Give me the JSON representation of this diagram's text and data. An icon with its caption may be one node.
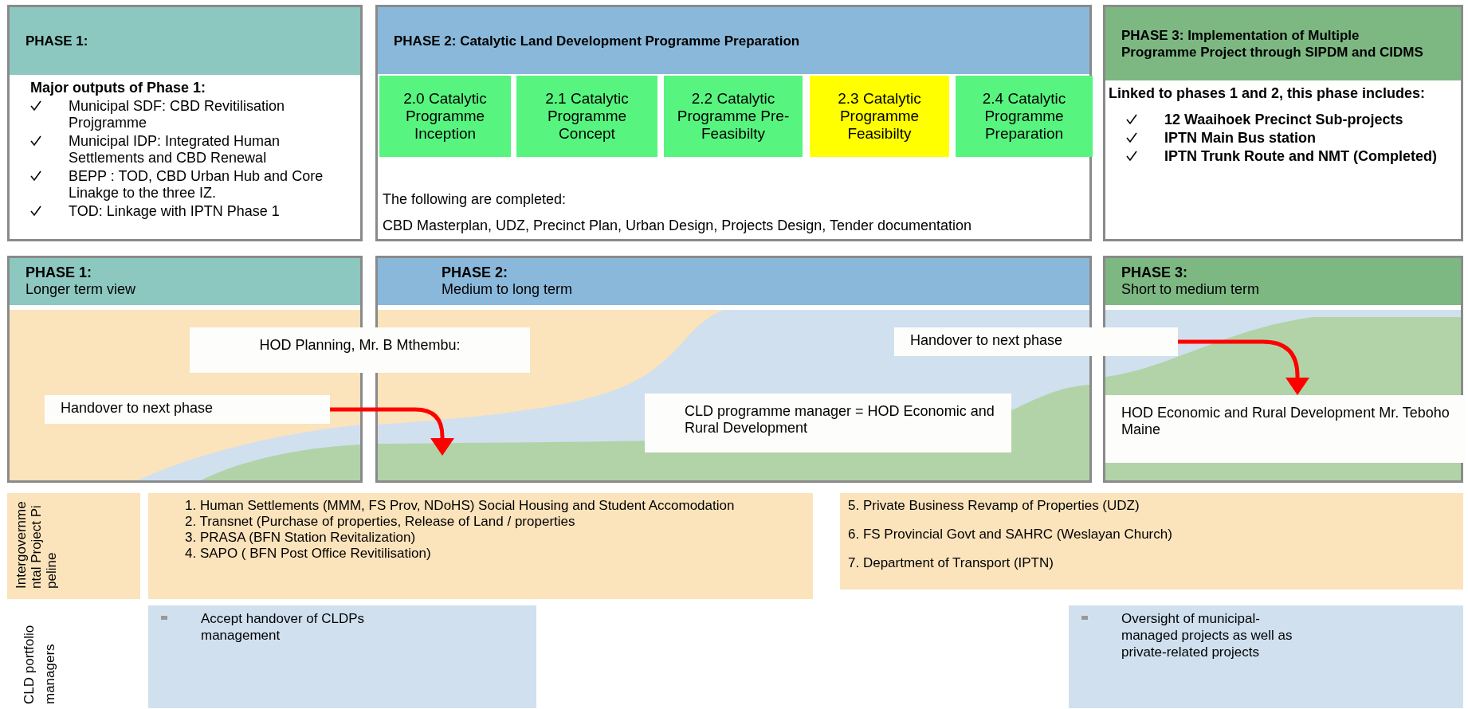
{
  "diagram": {
    "nodes": [
      {
        "text": [
          "PHASE 1:",
          "Major outputs of Phase 1:",
          "Municipal SDF: CBD Revitilisation Projgramme",
          "Municipal IDP: Integrated Human Settlements and CBD Renewal",
          "BEPP : TOD, CBD Urban Hub and Core Linakge to the three IZ.",
          "TOD: Linkage with IPTN Phase 1"
        ]
      },
      {
        "text": [
          "PHASE 2: Catalytic Land Development Programme Preparation",
          "The following are completed:",
          "CBD Masterplan, UDZ, Precinct Plan, Urban Design, Projects Design, Tender documentation"
        ]
      },
      {
        "text": [
          "2.0 Catalytic Programme Inception"
        ],
        "in": 1
      },
      {
        "text": [
          "2.1 Catalytic Programme Concept"
        ],
        "in": 1
      },
      {
        "text": [
          "2.2 Catalytic Programme Pre-Feasibilty"
        ],
        "in": 1
      },
      {
        "text": [
          "2.3 Catalytic Programme Feasibilty"
        ],
        "in": 1
      },
      {
        "text": [
          "2.4 Catalytic Programme Preparation"
        ],
        "in": 1
      },
      {
        "text": [
          "PHASE 3: Implementation of Multiple Programme Project through SIPDM and CIDMS",
          "Linked to phases 1 and 2, this phase includes:",
          "12 Waaihoek Precinct Sub-projects",
          "IPTN Main Bus station",
          "IPTN Trunk Route and NMT (Completed)"
        ]
      },
      {
        "text": [
          "PHASE 1:",
          "Longer term view"
        ]
      },
      {
        "text": [
          "HOD Planning, Mr. B Mthembu:"
        ]
      },
      {
        "text": [
          "Handover to next phase"
        ],
        "in": 8
      },
      {
        "text": [
          "PHASE 2:",
          "Medium to long term"
        ]
      },
      {
        "text": [
          "CLD programme manager = HOD Economic and Rural Development"
        ],
        "in": 11
      },
      {
        "text": [
          "PHASE 3:",
          "Short to medium term"
        ]
      },
      {
        "text": [
          "Handover to next phase"
        ]
      },
      {
        "text": [
          "HOD Economic and Rural Development Mr. Teboho Maine"
        ],
        "in": 13
      },
      {
        "text": [
          "Intergovernmental Project Pipeline"
        ]
      },
      {
        "text": [
          "1. Human Settlements (MMM, FS Prov, NDoHS) Social Housing and Student Accomodation",
          "2. Transnet (Purchase of properties, Release of Land / properties",
          "3. PRASA (BFN Station Revitalization)",
          "4. SAPO ( BFN Post Office Revitilisation)"
        ]
      },
      {
        "text": [
          "5. Private Business Revamp of Properties (UDZ)",
          "6. FS Provincial Govt and SAHRC (Weslayan Church)",
          "7. Department of Transport (IPTN)"
        ]
      },
      {
        "text": [
          "Accept handover of CLDPs management"
        ]
      },
      {
        "text": [
          "Oversight of municipal-managed projects as well as private-related projects"
        ]
      }
    ],
    "edges": [
      {
        "from": 10,
        "to": null,
        "arrow": "to",
        "color": "#ff0000"
      },
      {
        "from": 14,
        "to": 15,
        "arrow": "to",
        "color": "#ff0000"
      }
    ],
    "labels": [
      "CLD portfolio managers"
    ]
  }
}
